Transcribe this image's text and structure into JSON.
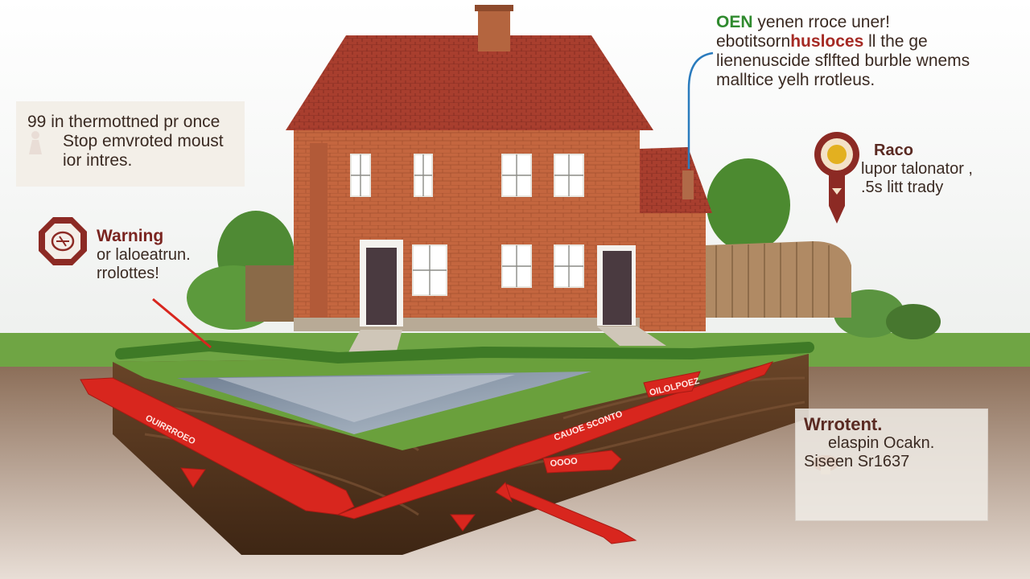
{
  "callouts": {
    "top_left": {
      "lines": [
        "99 in thermottned pr once",
        "Stop emvroted moust",
        "ior intres."
      ],
      "icon": "alert-person-icon"
    },
    "warning": {
      "title": "Warning",
      "lines": [
        "or laloeatrun.",
        "rrolottes!"
      ],
      "icon": "octagon-warning-icon"
    },
    "top_right": {
      "head": "OEN",
      "head_rest": "yenen rroce uner!",
      "line2_a": "ebotitsorn",
      "line2_b": "husloces",
      "line2_c": "ll the ge",
      "line3": "lienenuscide sflfted burble wnems",
      "line4": "malltice yelh rrotleus."
    },
    "right": {
      "title": "Raco",
      "lines": [
        "lupor talonator ,",
        ".5s litt trady"
      ],
      "icon": "location-pin-icon"
    },
    "bottom_right": {
      "title": "Wrrotent.",
      "lines": [
        "elaspin Ocakn.",
        "Siseen  Sr1637"
      ],
      "icon": "fungus-icon"
    }
  },
  "ground_labels": [
    "OUIRRROEO",
    "CAUOE SCONTO",
    "OILOLPOEZ",
    "OOOO"
  ],
  "colors": {
    "brick": "#c0623c",
    "roof": "#a23a2c",
    "arrow": "#d8261e",
    "grass": "#5f9a36",
    "soil": "#5a3a22",
    "water": "#9aa6b2"
  }
}
